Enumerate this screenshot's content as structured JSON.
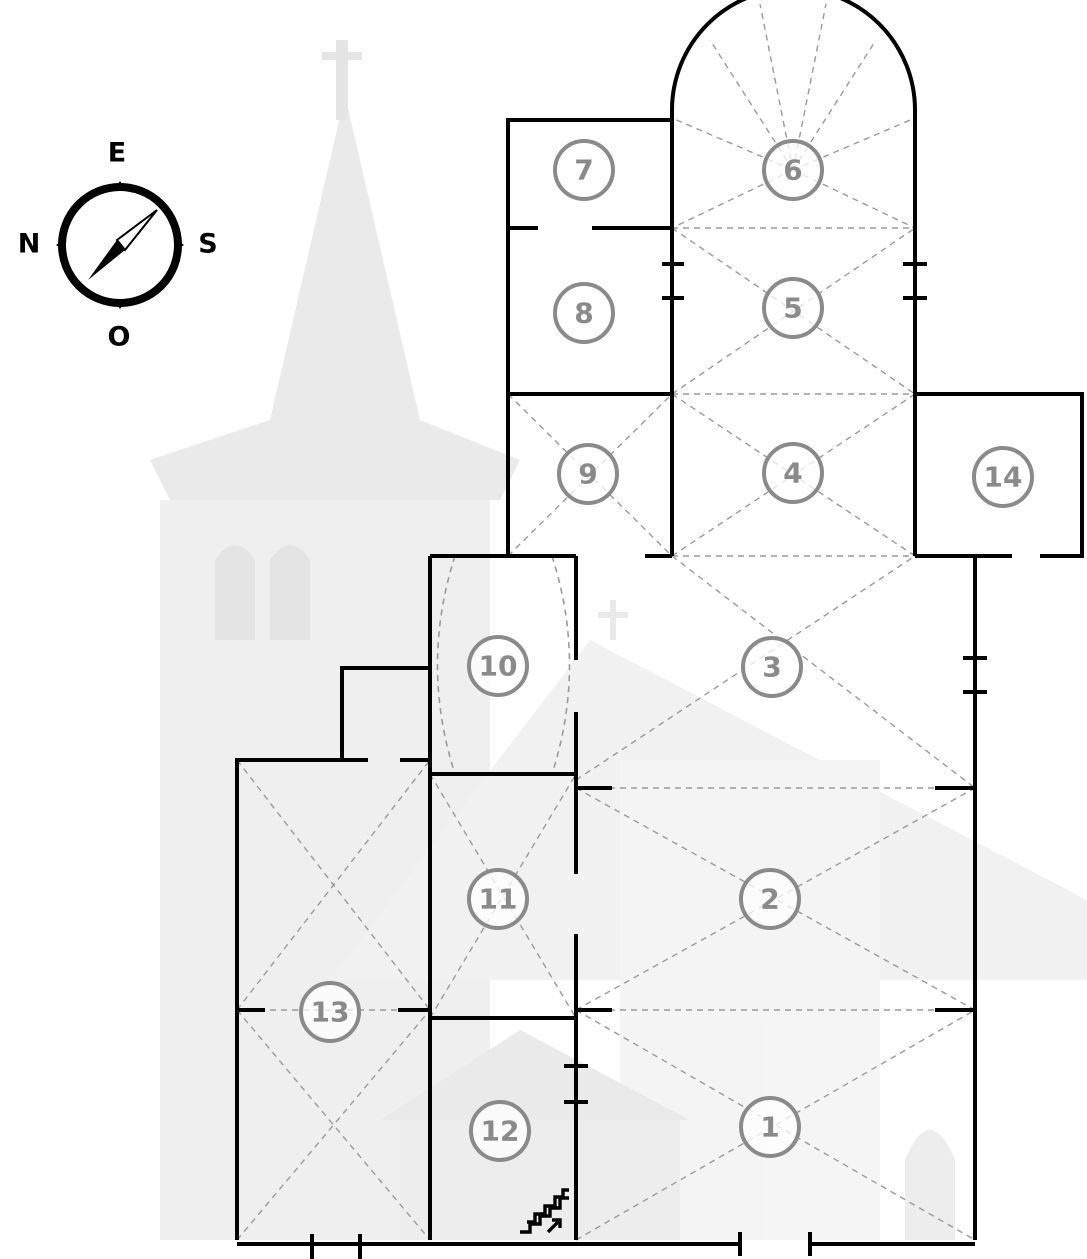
{
  "compass": {
    "north": "N",
    "east": "E",
    "south": "S",
    "west": "O"
  },
  "rooms": [
    {
      "id": "room-1",
      "label": "1"
    },
    {
      "id": "room-2",
      "label": "2"
    },
    {
      "id": "room-3",
      "label": "3"
    },
    {
      "id": "room-4",
      "label": "4"
    },
    {
      "id": "room-5",
      "label": "5"
    },
    {
      "id": "room-6",
      "label": "6"
    },
    {
      "id": "room-7",
      "label": "7"
    },
    {
      "id": "room-8",
      "label": "8"
    },
    {
      "id": "room-9",
      "label": "9"
    },
    {
      "id": "room-10",
      "label": "10"
    },
    {
      "id": "room-11",
      "label": "11"
    },
    {
      "id": "room-12",
      "label": "12"
    },
    {
      "id": "room-13",
      "label": "13"
    },
    {
      "id": "room-14",
      "label": "14"
    }
  ],
  "icons": {
    "background": "church-photo-watermark",
    "compass": "compass-rose-icon",
    "stairs": "stairs-up-icon"
  },
  "colors": {
    "walls": "#000000",
    "vault_lines": "#9a9a9a",
    "room_badges": "#8a8a8a",
    "watermark": "#e4e4e4"
  }
}
